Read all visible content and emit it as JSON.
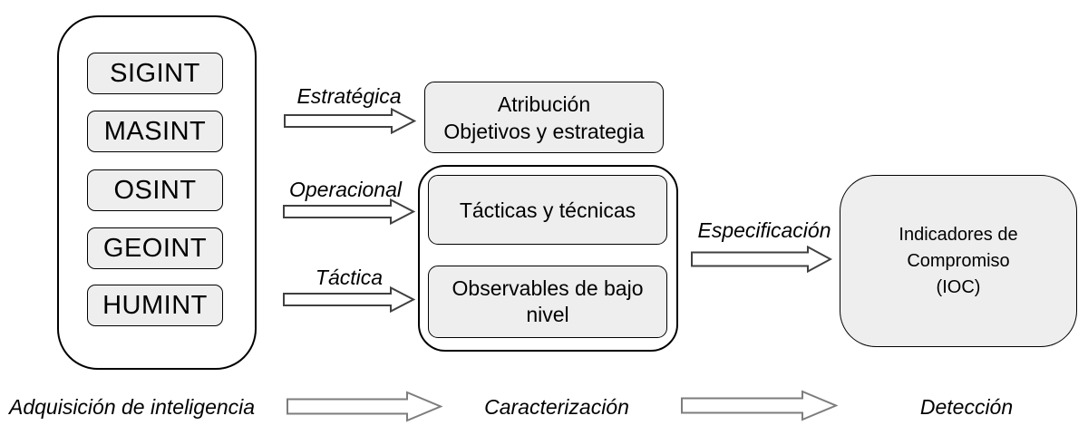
{
  "sources": {
    "items": [
      "SIGINT",
      "MASINT",
      "OSINT",
      "GEOINT",
      "HUMINT"
    ]
  },
  "levels": [
    {
      "label": "Estratégica"
    },
    {
      "label": "Operacional"
    },
    {
      "label": "Táctica"
    }
  ],
  "attribution": {
    "lines": [
      "Atribución",
      "Objetivos y estrategia"
    ]
  },
  "characterization": {
    "boxes": [
      "Tácticas y técnicas",
      "Observables de bajo nivel"
    ]
  },
  "specification": {
    "label": "Especificación"
  },
  "ioc": {
    "label": "Indicadores de Compromiso (IOC)"
  },
  "stages": [
    "Adquisición de inteligencia",
    "Caracterización",
    "Detección"
  ],
  "colors": {
    "background": "#ffffff",
    "box_fill": "#eeeeee",
    "box_border": "#000000",
    "container_border": "#000000",
    "arrow_fill": "#ffffff",
    "arrow_outline_dark": "#404040",
    "arrow_outline_gray": "#7d7d7d",
    "text": "#000000"
  }
}
